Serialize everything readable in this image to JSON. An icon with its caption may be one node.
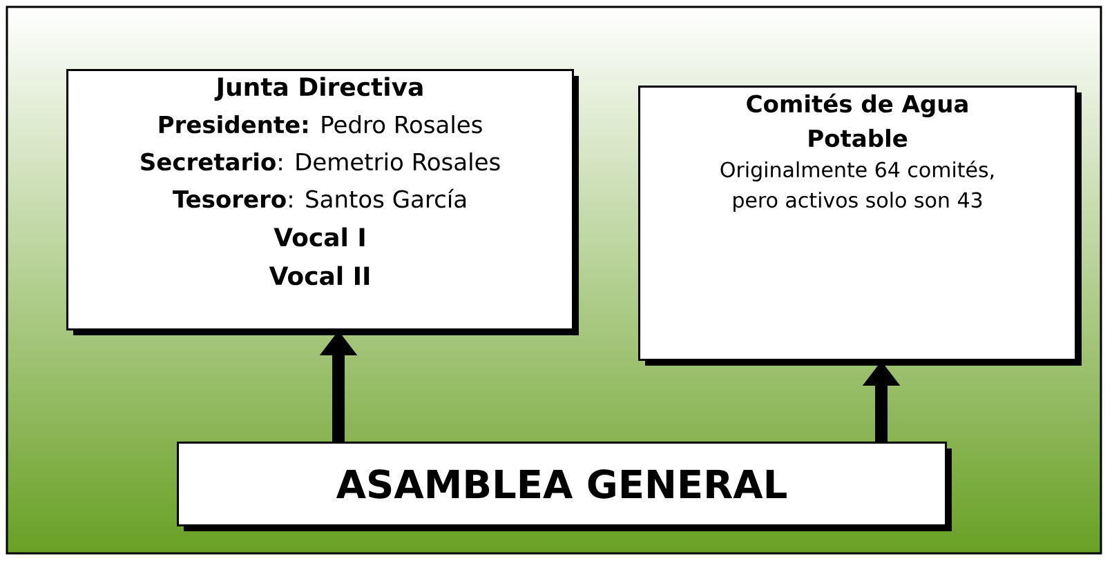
{
  "diagram": {
    "nodes": [
      {
        "text": [
          "Junta Directiva",
          "**Presidente:** Pedro Rosales",
          "**Secretario**: Demetrio Rosales",
          "**Tesorero**: Santos García",
          "Vocal I",
          "Vocal II"
        ]
      },
      {
        "text": [
          "Comités de Agua Potable",
          "Originalmente 64 comités, pero activos solo son 43"
        ]
      },
      {
        "text": [
          "ASAMBLEA GENERAL"
        ]
      }
    ],
    "edges": [
      {
        "from": 2,
        "to": 0,
        "arrow": "to"
      },
      {
        "from": 2,
        "to": 1,
        "arrow": "to"
      }
    ]
  }
}
